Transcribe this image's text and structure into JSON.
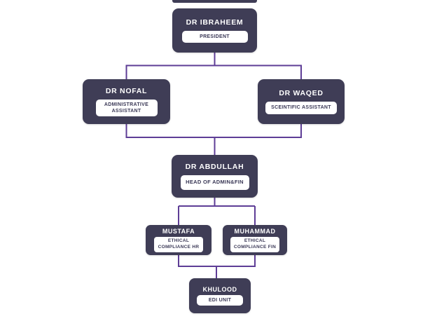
{
  "diagram": {
    "type": "org-chart",
    "background": "#ffffff",
    "colors": {
      "node_fill": "#3f3d56",
      "node_text": "#ffffff",
      "badge_fill": "#ffffff",
      "badge_text": "#3a3856",
      "connector_line": "#5e3d96"
    },
    "nodes": [
      {
        "name": "DR IBRAHEEM",
        "role": "PRESIDENT",
        "level": 1
      },
      {
        "name": "DR NOFAL",
        "role": "ADMINISTRATIVE ASSISTANT",
        "level": 2
      },
      {
        "name": "DR WAQED",
        "role": "SCEINTIFIC ASSISTANT",
        "level": 2
      },
      {
        "name": "DR ABDULLAH",
        "role": "HEAD OF ADMIN&FIN",
        "level": 3
      },
      {
        "name": "MUSTAFA",
        "role": "ETHICAL COMPLIANCE HR",
        "level": 4
      },
      {
        "name": "MUHAMMAD",
        "role": "ETHICAL COMPLIANCE FIN",
        "level": 4
      },
      {
        "name": "KHULOOD",
        "role": "EDI UNIT",
        "level": 5
      }
    ],
    "edges": [
      {
        "from": "DR IBRAHEEM",
        "to": "DR NOFAL"
      },
      {
        "from": "DR IBRAHEEM",
        "to": "DR WAQED"
      },
      {
        "from": "DR NOFAL",
        "to": "DR ABDULLAH"
      },
      {
        "from": "DR WAQED",
        "to": "DR ABDULLAH"
      },
      {
        "from": "DR ABDULLAH",
        "to": "MUSTAFA"
      },
      {
        "from": "DR ABDULLAH",
        "to": "MUHAMMAD"
      },
      {
        "from": "MUSTAFA",
        "to": "KHULOOD"
      },
      {
        "from": "MUHAMMAD",
        "to": "KHULOOD"
      }
    ]
  }
}
